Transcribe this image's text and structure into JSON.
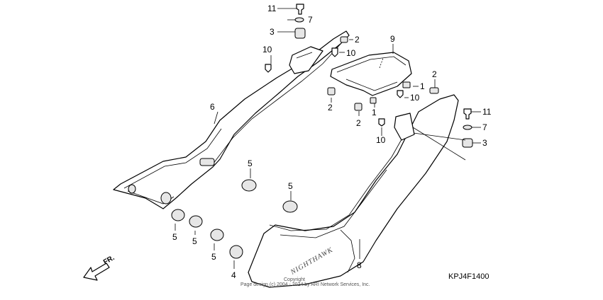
{
  "diagram": {
    "code": "KPJ4F1400",
    "credit_line1": "Copyright",
    "credit_line2": "Page design (c) 2004 - 2024 by ARI Network Services, Inc.",
    "emblem": "NIGHTHAWK",
    "direction_label": "FR.",
    "callouts": {
      "c11_top": "11",
      "c7_top": "7",
      "c3_top": "3",
      "c2_top": "2",
      "c10_a": "10",
      "c10_b": "10",
      "c9": "9",
      "c6": "6",
      "c1_a": "1",
      "c2_mid": "2",
      "c10_c": "10",
      "c2_left": "2",
      "c2_low": "2",
      "c1_b": "1",
      "c10_d": "10",
      "c11_right": "11",
      "c7_right": "7",
      "c3_right": "3",
      "c5_a": "5",
      "c5_b": "5",
      "c5_c": "5",
      "c5_d": "5",
      "c5_e": "5",
      "c4": "4",
      "c8": "8"
    }
  }
}
